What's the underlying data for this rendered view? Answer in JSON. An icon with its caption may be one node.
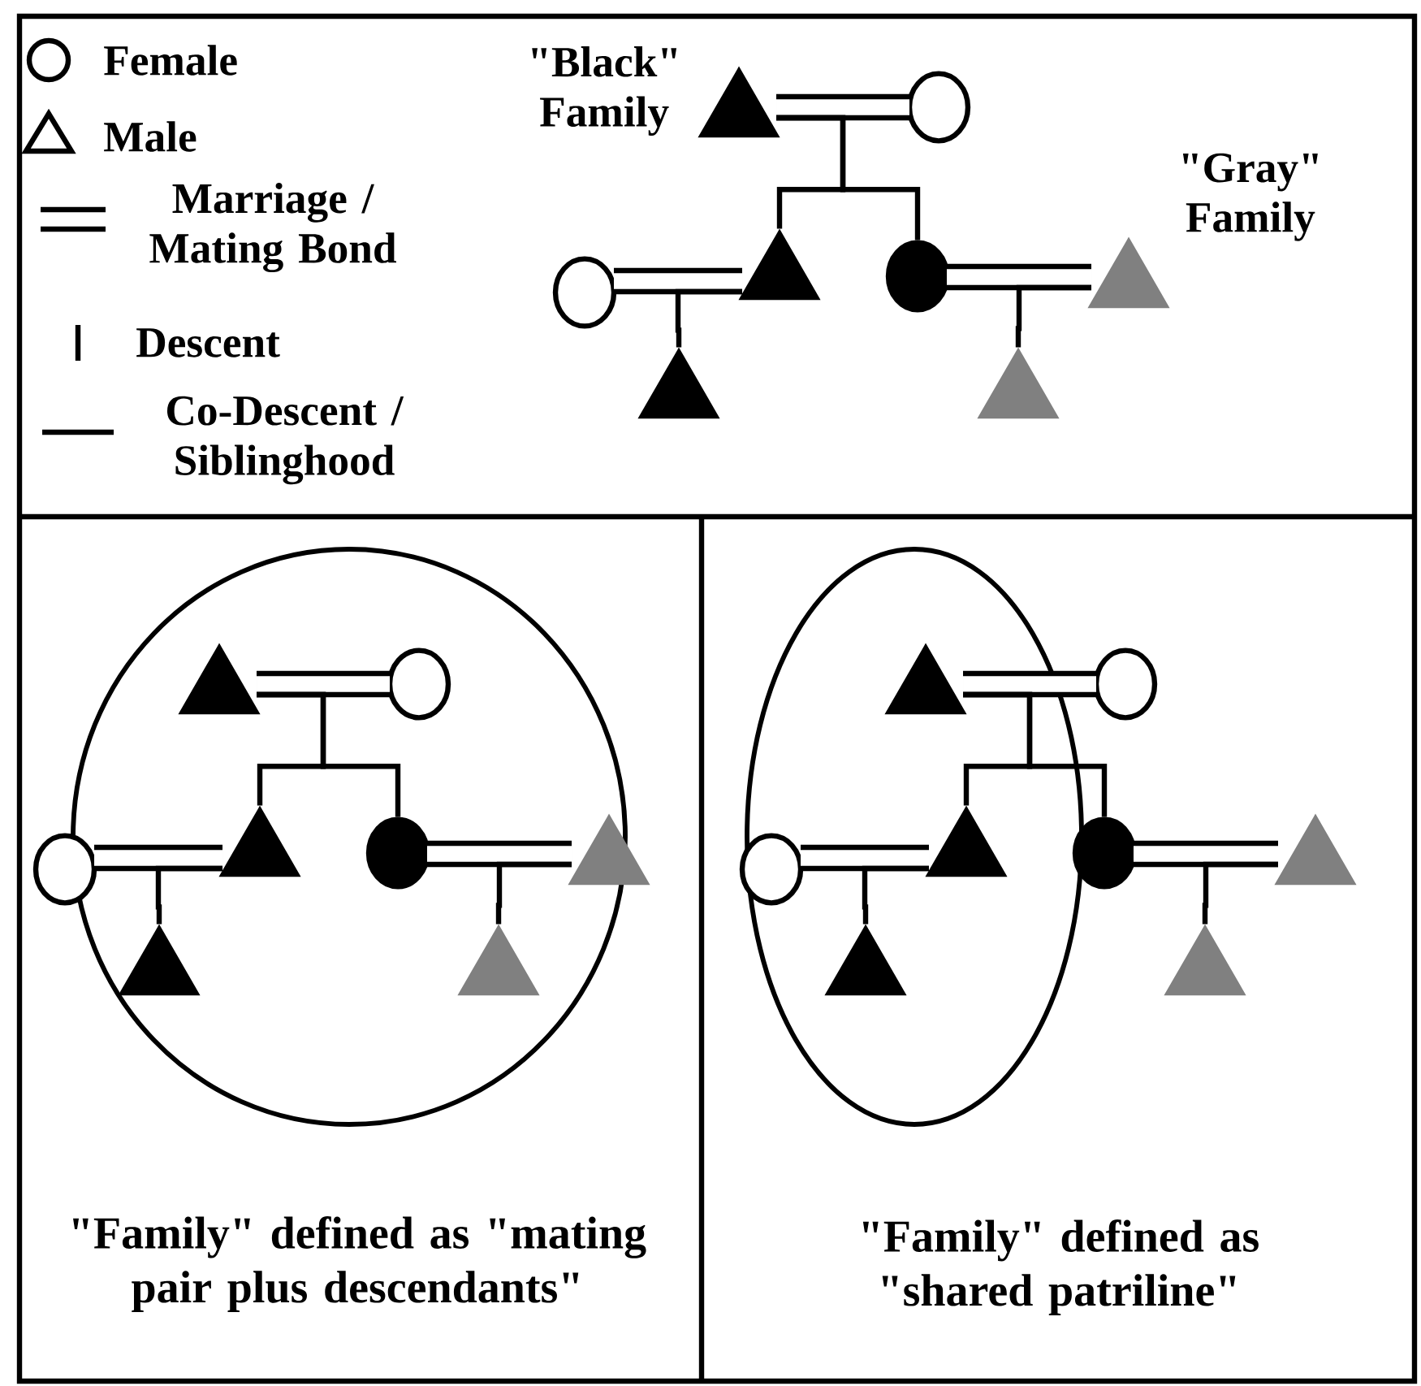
{
  "diagram": {
    "nodes": [
      {
        "text": [],
        "shape": "triangle",
        "beside": [
          "\"Black\" Family"
        ]
      },
      {
        "text": [],
        "shape": "circle"
      },
      {
        "text": [],
        "shape": "circle"
      },
      {
        "text": [],
        "shape": "triangle"
      },
      {
        "text": [],
        "shape": "circle"
      },
      {
        "text": [],
        "shape": "triangle",
        "beside": [
          "\"Gray\" Family"
        ]
      },
      {
        "text": [],
        "shape": "triangle"
      },
      {
        "text": [],
        "shape": "triangle"
      },
      {
        "text": [],
        "shape": "triangle"
      },
      {
        "text": [],
        "shape": "circle"
      },
      {
        "text": [],
        "shape": "circle"
      },
      {
        "text": [],
        "shape": "triangle"
      },
      {
        "text": [],
        "shape": "circle"
      },
      {
        "text": [],
        "shape": "triangle"
      },
      {
        "text": [],
        "shape": "triangle"
      },
      {
        "text": [],
        "shape": "triangle"
      },
      {
        "text": [],
        "shape": "triangle"
      },
      {
        "text": [],
        "shape": "circle"
      },
      {
        "text": [],
        "shape": "circle"
      },
      {
        "text": [],
        "shape": "triangle"
      },
      {
        "text": [],
        "shape": "circle"
      },
      {
        "text": [],
        "shape": "triangle"
      },
      {
        "text": [],
        "shape": "triangle"
      },
      {
        "text": [],
        "shape": "triangle"
      }
    ],
    "edges": [
      {
        "from": 0,
        "to": 1,
        "arrow": "none",
        "style": "thick"
      },
      {
        "from": 2,
        "to": 3,
        "arrow": "none",
        "style": "thick"
      },
      {
        "from": 4,
        "to": 5,
        "arrow": "none",
        "style": "thick"
      },
      {
        "from": 0,
        "to": 3,
        "arrow": "none"
      },
      {
        "from": 0,
        "to": 4,
        "arrow": "none"
      },
      {
        "from": 3,
        "to": 6,
        "arrow": "none"
      },
      {
        "from": 5,
        "to": 7,
        "arrow": "none"
      },
      {
        "from": 8,
        "to": 9,
        "arrow": "none",
        "style": "thick"
      },
      {
        "from": 10,
        "to": 11,
        "arrow": "none",
        "style": "thick"
      },
      {
        "from": 12,
        "to": 13,
        "arrow": "none",
        "style": "thick"
      },
      {
        "from": 8,
        "to": 11,
        "arrow": "none"
      },
      {
        "from": 8,
        "to": 12,
        "arrow": "none"
      },
      {
        "from": 11,
        "to": 14,
        "arrow": "none"
      },
      {
        "from": 13,
        "to": 15,
        "arrow": "none"
      },
      {
        "from": 16,
        "to": 17,
        "arrow": "none",
        "style": "thick"
      },
      {
        "from": 18,
        "to": 19,
        "arrow": "none",
        "style": "thick"
      },
      {
        "from": 20,
        "to": 21,
        "arrow": "none",
        "style": "thick"
      },
      {
        "from": 16,
        "to": 19,
        "arrow": "none"
      },
      {
        "from": 16,
        "to": 20,
        "arrow": "none"
      },
      {
        "from": 19,
        "to": 22,
        "arrow": "none"
      },
      {
        "from": 21,
        "to": 23,
        "arrow": "none"
      }
    ],
    "labels": [
      "\"Family\" defined as \"mating pair plus descendants\"",
      "\"Family\" defined as \"shared patriline\""
    ],
    "legend": [
      {
        "text": "Female"
      },
      {
        "text": "Male"
      },
      {
        "text": "Marriage / Mating Bond"
      },
      {
        "text": "Descent"
      },
      {
        "text": "Co-Descent / Siblinghood"
      }
    ]
  }
}
